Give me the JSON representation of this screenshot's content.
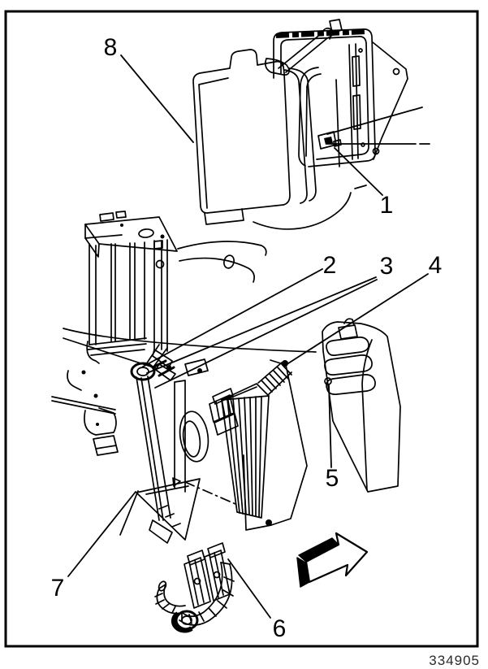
{
  "figure": {
    "number": "334905"
  },
  "colors": {
    "line": "#000000",
    "background": "#ffffff",
    "frame_border": "#000000"
  },
  "callouts": [
    {
      "label": "1"
    },
    {
      "label": "2"
    },
    {
      "label": "3"
    },
    {
      "label": "4"
    },
    {
      "label": "5"
    },
    {
      "label": "6"
    },
    {
      "label": "7"
    },
    {
      "label": "8"
    }
  ]
}
